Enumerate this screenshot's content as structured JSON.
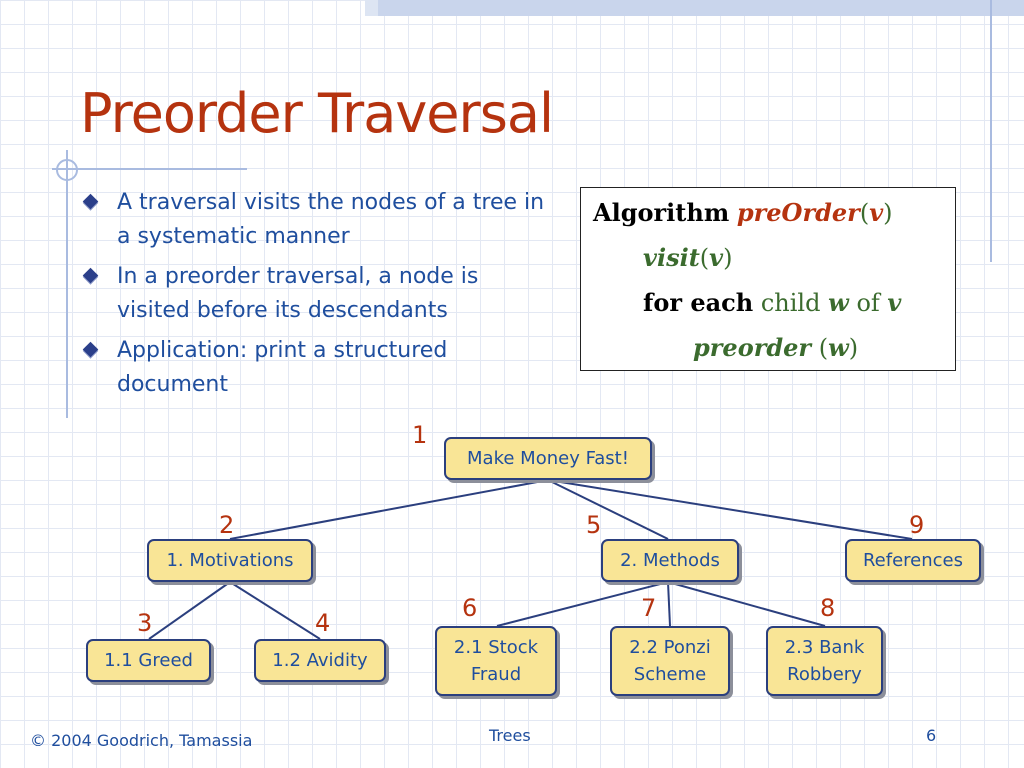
{
  "slide": {
    "title": "Preorder Traversal",
    "bullets": [
      "A traversal visits the nodes of a tree in a systematic manner",
      "In a preorder traversal, a node is visited before its descendants",
      "Application: print a structured document"
    ]
  },
  "algorithm": {
    "line1": {
      "keyword": "Algorithm",
      "fn": "preOrder",
      "open": "(",
      "arg": "v",
      "close": ")"
    },
    "line2": {
      "fn": "visit",
      "open": "(",
      "arg": "v",
      "close": ")"
    },
    "line3": {
      "keyword": "for each",
      "word1": "child",
      "var1": "w",
      "word2": "of",
      "var2": "v"
    },
    "line4": {
      "fn": "preorder",
      "open": "(",
      "arg": "w",
      "close": ")"
    }
  },
  "tree": {
    "nodes": [
      {
        "id": "root",
        "label": "Make Money Fast!",
        "order": "1"
      },
      {
        "id": "n1",
        "label": "1. Motivations",
        "order": "2"
      },
      {
        "id": "n2",
        "label": "2. Methods",
        "order": "5"
      },
      {
        "id": "n3",
        "label": "References",
        "order": "9"
      },
      {
        "id": "n11",
        "label": "1.1 Greed",
        "order": "3"
      },
      {
        "id": "n12",
        "label": "1.2 Avidity",
        "order": "4"
      },
      {
        "id": "n21",
        "label": "2.1 Stock\nFraud",
        "order": "6"
      },
      {
        "id": "n22",
        "label": "2.2 Ponzi\nScheme",
        "order": "7"
      },
      {
        "id": "n23",
        "label": "2.3 Bank\nRobbery",
        "order": "8"
      }
    ]
  },
  "footer": {
    "copyright": "© 2004 Goodrich, Tamassia",
    "center": "Trees",
    "page": "6"
  },
  "colors": {
    "title": "#b5330f",
    "text": "#1f4e9e",
    "node_fill": "#f9e596",
    "node_border": "#2b3f7e",
    "order_number": "#b5330f",
    "edge": "#2b3f7e"
  }
}
